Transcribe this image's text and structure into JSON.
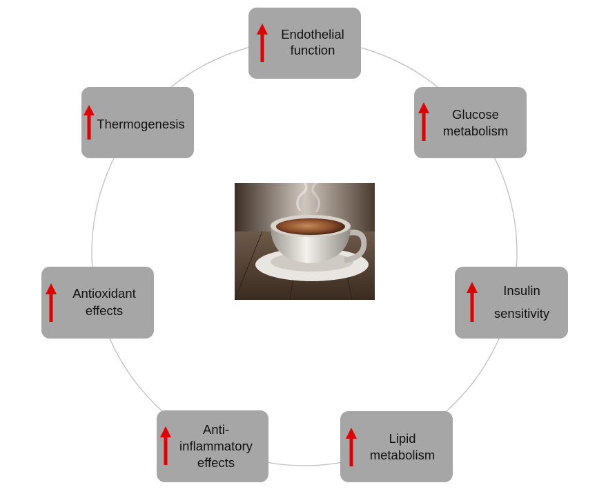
{
  "diagram": {
    "center_image": {
      "icon": "coffee-cup-photo"
    },
    "arrow_icon": "up-arrow-icon",
    "arrow_color": "#e00000",
    "box_color": "#a6a6a6",
    "ring_color": "#bfbfbf",
    "nodes": [
      {
        "id": "endothelial",
        "line1": "Endothelial",
        "line2": "function"
      },
      {
        "id": "glucose",
        "line1": "Glucose",
        "line2": "metabolism"
      },
      {
        "id": "insulin",
        "line1": "Insulin",
        "line2": "sensitivity"
      },
      {
        "id": "lipid",
        "line1": "Lipid",
        "line2": "metabolism"
      },
      {
        "id": "antiinflammatory",
        "line1": "Anti-",
        "line2": "inflammatory",
        "line3": "effects"
      },
      {
        "id": "antioxidant",
        "line1": "Antioxidant",
        "line2": "effects"
      },
      {
        "id": "thermogenesis",
        "line1": "Thermogenesis"
      }
    ]
  }
}
